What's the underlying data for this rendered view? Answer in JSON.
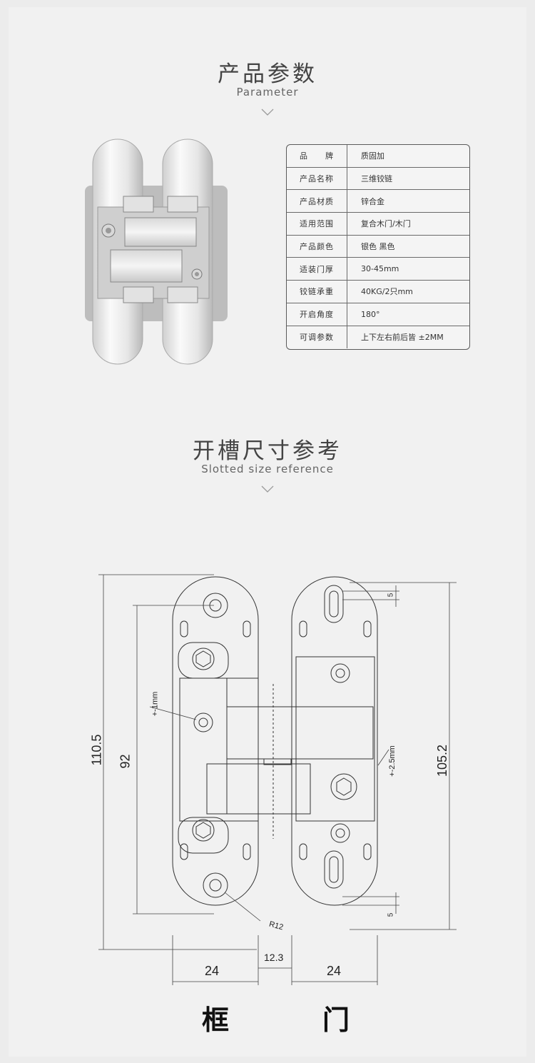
{
  "section1": {
    "title": "产品参数",
    "subtitle": "Parameter"
  },
  "params": [
    {
      "key": "品　　牌",
      "value": "质固加"
    },
    {
      "key": "产品名称",
      "value": "三维铰链"
    },
    {
      "key": "产品材质",
      "value": "锌合金"
    },
    {
      "key": "适用范围",
      "value": "复合木门/木门"
    },
    {
      "key": "产品颜色",
      "value": "银色 黑色"
    },
    {
      "key": "适装门厚",
      "value": "30-45mm"
    },
    {
      "key": "铰链承重",
      "value": "40KG/2只mm"
    },
    {
      "key": "开启角度",
      "value": "180°"
    },
    {
      "key": "可调参数",
      "value": "上下左右前后皆 ±2MM"
    }
  ],
  "section2": {
    "title": "开槽尺寸参考",
    "subtitle": "Slotted size reference"
  },
  "dimensions": {
    "height_total": "110.5",
    "height_inner": "92",
    "height_right": "105.2",
    "adj_left": "+-1mm",
    "adj_right": "+-2.5mm",
    "top_slot": "5",
    "bottom_slot": "5",
    "radius": "R12",
    "gap": "12.3",
    "width_left": "24",
    "width_right": "24"
  },
  "labels": {
    "frame": "框",
    "door": "门"
  },
  "colors": {
    "background": "#f1f1f1",
    "text": "#444444",
    "line": "#333333"
  }
}
